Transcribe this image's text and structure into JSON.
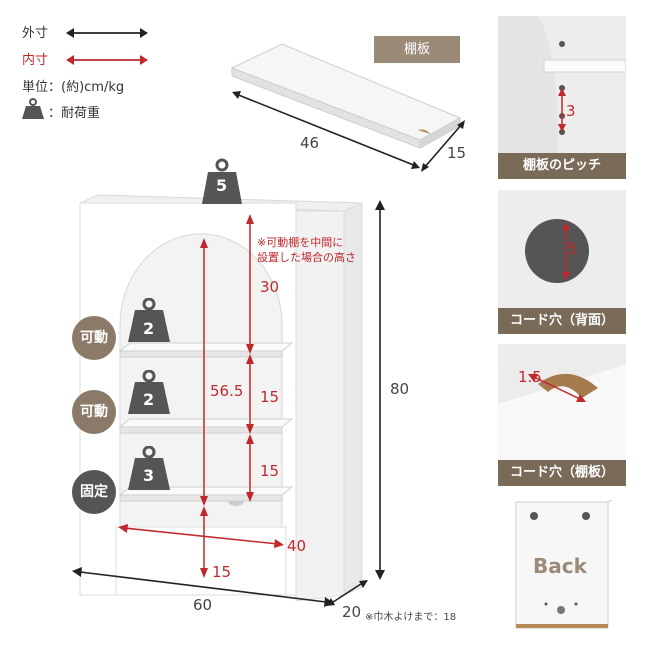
{
  "legend": {
    "outer_label": "外寸",
    "inner_label": "内寸",
    "unit_label": "単位：(約)cm/kg",
    "load_label": "：耐荷重"
  },
  "shelf_board": {
    "tag": "棚板",
    "width": "46",
    "depth": "15"
  },
  "main": {
    "top_load": "5",
    "note_line1": "※可動棚を中間に",
    "note_line2": "設置した場合の高さ",
    "inner_top_height": "30",
    "inner_total_height": "56.5",
    "shelf_gap_1": "15",
    "shelf_gap_2": "15",
    "inner_width": "40",
    "bottom_gap": "15",
    "outer_height": "80",
    "outer_width": "60",
    "outer_depth": "20",
    "baseboard_note": "※巾木よけまで：18",
    "shelves": [
      {
        "type": "可動",
        "load": "2"
      },
      {
        "type": "可動",
        "load": "2"
      },
      {
        "type": "固定",
        "load": "3"
      }
    ]
  },
  "panels": {
    "pitch": {
      "caption": "棚板のピッチ",
      "value": "3"
    },
    "cord_back": {
      "caption": "コード穴（背面）",
      "value": "5"
    },
    "cord_shelf": {
      "caption": "コード穴（棚板）",
      "value": "1.5"
    },
    "back": {
      "label": "Back"
    }
  },
  "colors": {
    "red": "#c0282d",
    "label_brown": "#7a6a58",
    "tag_brown": "#9b8a78",
    "movable_circle": "#8c7a68",
    "fixed_circle": "#555555",
    "weight_icon": "#555555"
  }
}
